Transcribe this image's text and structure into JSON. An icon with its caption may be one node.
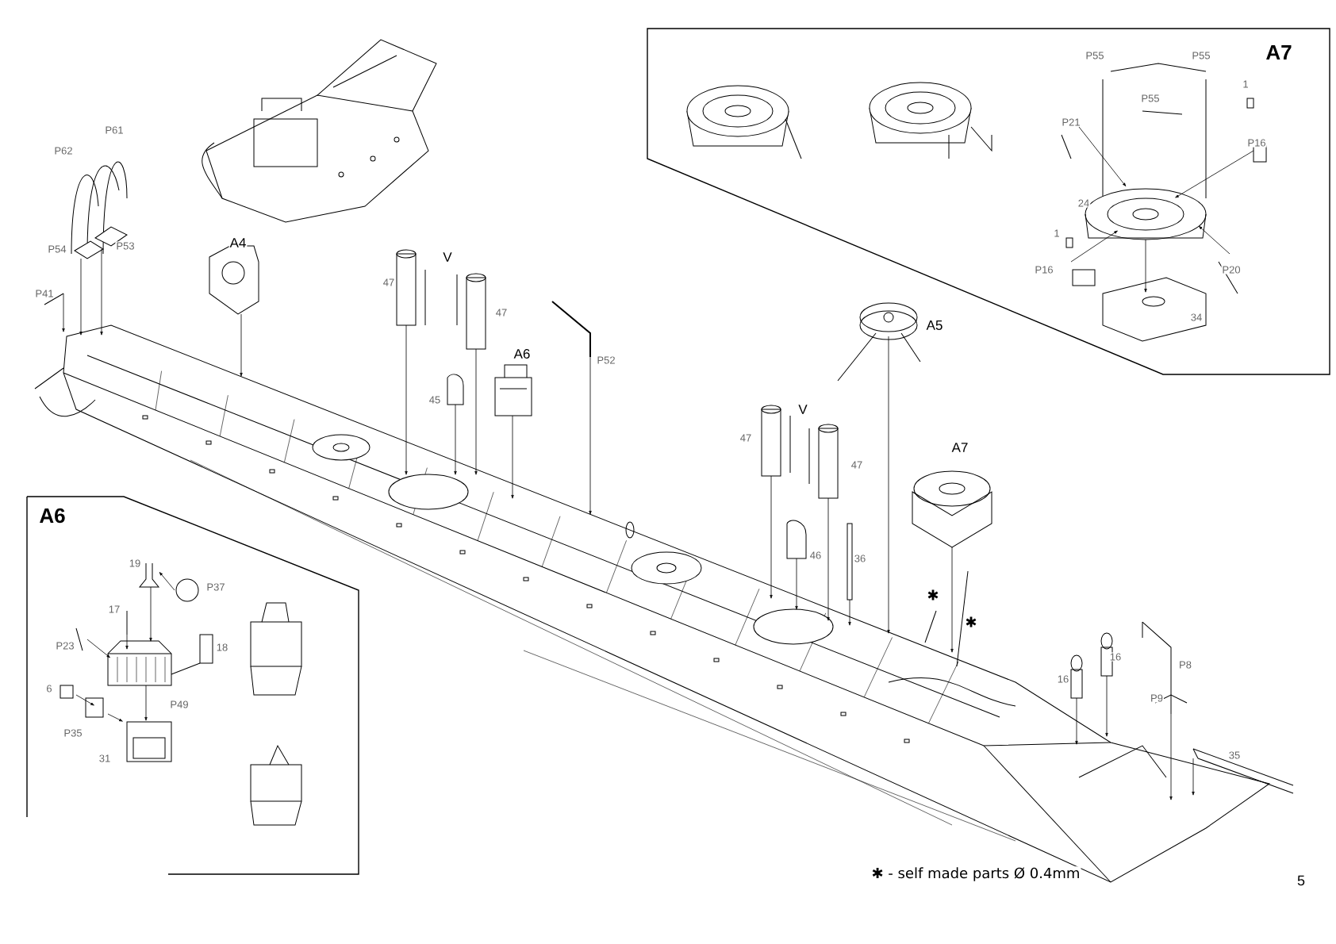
{
  "diagram": {
    "nodes": [
      {
        "text": [
          "A7"
        ]
      },
      {
        "text": [
          "A6"
        ]
      }
    ],
    "labels": [
      "P61",
      "P62",
      "P54",
      "P53",
      "A4",
      "47",
      "V",
      "47",
      "P41",
      "A6",
      "P52",
      "45",
      "A5",
      "47",
      "V",
      "47",
      "A7",
      "46",
      "36",
      "✱",
      "✱",
      "16",
      "16",
      "P8",
      "P9",
      "35",
      "P55",
      "P55",
      "P55",
      "1",
      "P21",
      "P16",
      "24",
      "1",
      "P16",
      "P20",
      "34",
      "19",
      "P37",
      "17",
      "P23",
      "18",
      "P49",
      "6",
      "P35",
      "31",
      "✱ - self made parts Ø 0.4mm",
      "5"
    ]
  }
}
